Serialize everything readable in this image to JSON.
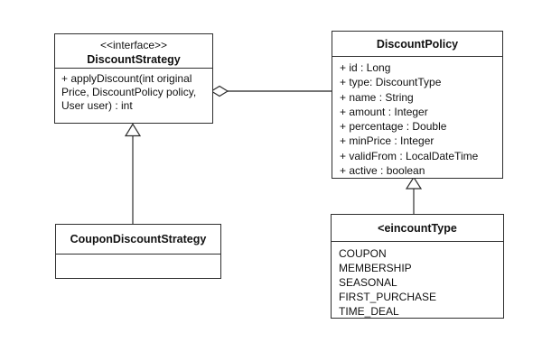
{
  "diagram": {
    "kind": "uml-class-diagram",
    "colors": {
      "background": "#ffffff",
      "box_border": "#2e2e2e",
      "text": "#111111",
      "aggregation_line": "#5f5f5f",
      "generalization_line": "#2e2e2e"
    },
    "classes": {
      "discount_strategy": {
        "stereotype": "<<interface>>",
        "name": "DiscountStrategy",
        "method_lines": [
          "+ applyDiscount(int original",
          "Price, DiscountPolicy policy,",
          "User user) : int"
        ]
      },
      "discount_policy": {
        "name": "DiscountPolicy",
        "attributes": [
          "+ id : Long",
          "+ type: DiscountType",
          "+ name : String",
          "+ amount : Integer",
          "+ percentage : Double",
          "+ minPrice : Integer",
          "+ validFrom : LocalDateTime",
          "+ active : boolean"
        ]
      },
      "coupon_discount_strategy": {
        "name": "CouponDiscountStrategy"
      },
      "discount_type": {
        "name": "<eincountType",
        "values": [
          "COUPON",
          "MEMBERSHIP",
          "SEASONAL",
          "FIRST_PURCHASE",
          "TIME_DEAL"
        ]
      }
    },
    "relationships": [
      {
        "type": "aggregation",
        "from": "DiscountStrategy",
        "to": "DiscountPolicy"
      },
      {
        "type": "generalization",
        "from": "CouponDiscountStrategy",
        "to": "DiscountStrategy"
      },
      {
        "type": "generalization",
        "from": "<eincountType",
        "to": "DiscountPolicy"
      }
    ]
  }
}
